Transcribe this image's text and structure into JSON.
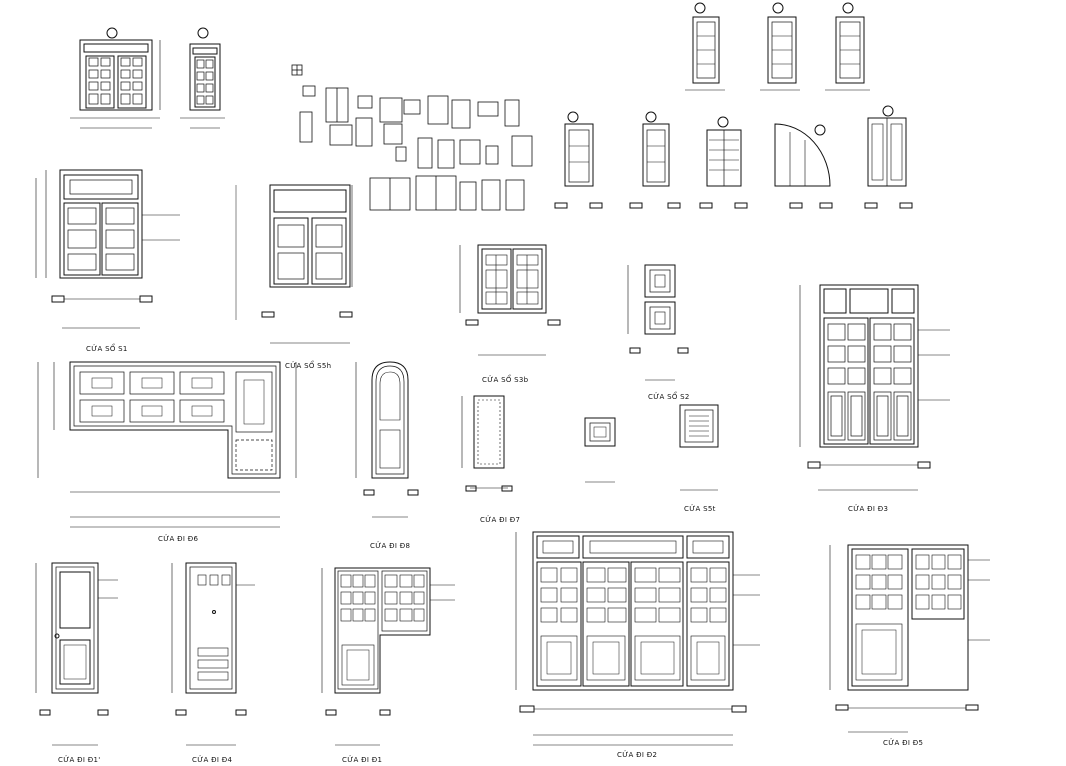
{
  "sheet": {
    "line_color": "#111111",
    "background": "#ffffff"
  },
  "captions": {
    "s1": "CỬA SỔ S1",
    "s5h": "CỬA SỔ S5h",
    "s3b": "CỬA SỔ S3b",
    "s2": "CỬA SỔ S2",
    "s5t": "CỬA S5t",
    "r6": "CỬA ĐI Đ6",
    "r8": "CỬA ĐI Đ8",
    "r7": "CỬA ĐI Đ7",
    "r3": "CỬA ĐI Đ3",
    "r1p": "CỬA ĐI Đ1'",
    "r4": "CỬA ĐI Đ4",
    "r1": "CỬA ĐI Đ1",
    "r2": "CỬA ĐI Đ2",
    "r5": "CỬA ĐI Đ5"
  }
}
